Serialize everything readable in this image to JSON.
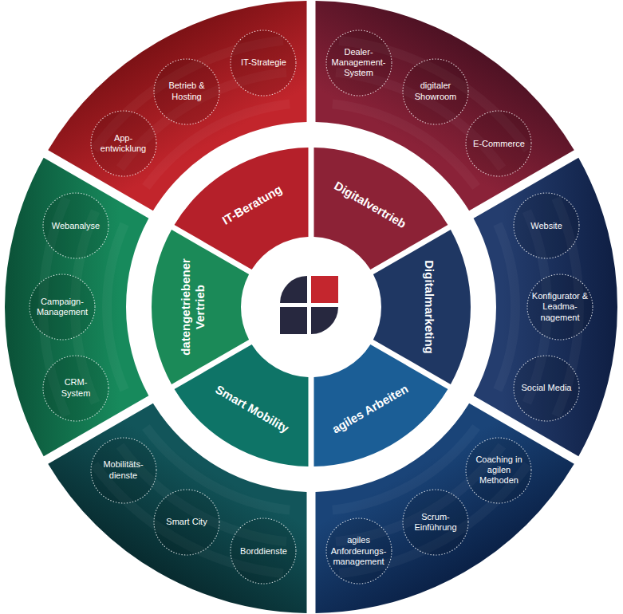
{
  "diagram": {
    "nodes": [
      {
        "text": [
          "IT-Beratung"
        ]
      },
      {
        "text": [
          "Digitalvertrieb"
        ]
      },
      {
        "text": [
          "Digitalmarketing"
        ]
      },
      {
        "text": [
          "agiles Arbeiten"
        ]
      },
      {
        "text": [
          "Smart Mobility"
        ]
      },
      {
        "text": [
          "datengetriebener Vertrieb"
        ]
      },
      {
        "text": [
          "Dealer- Management- System"
        ]
      },
      {
        "text": [
          "digitaler Showroom"
        ]
      },
      {
        "text": [
          "E-Commerce"
        ]
      },
      {
        "text": [
          "Website"
        ]
      },
      {
        "text": [
          "Konfigurator & Leadma- nagement"
        ]
      },
      {
        "text": [
          "Social Media"
        ]
      },
      {
        "text": [
          "Coaching in agilen Methoden"
        ]
      },
      {
        "text": [
          "Scrum- Einführung"
        ]
      },
      {
        "text": [
          "agiles Anforderungs- management"
        ]
      },
      {
        "text": [
          "Borddienste"
        ]
      },
      {
        "text": [
          "Smart City"
        ]
      },
      {
        "text": [
          "Mobilitäts- dienste"
        ]
      },
      {
        "text": [
          "CRM- System"
        ]
      },
      {
        "text": [
          "Campaign- Management"
        ]
      },
      {
        "text": [
          "Webanalyse"
        ]
      },
      {
        "text": [
          "App- entwicklung"
        ]
      },
      {
        "text": [
          "Betrieb & Hosting"
        ]
      },
      {
        "text": [
          "IT-Strategie"
        ]
      }
    ]
  }
}
